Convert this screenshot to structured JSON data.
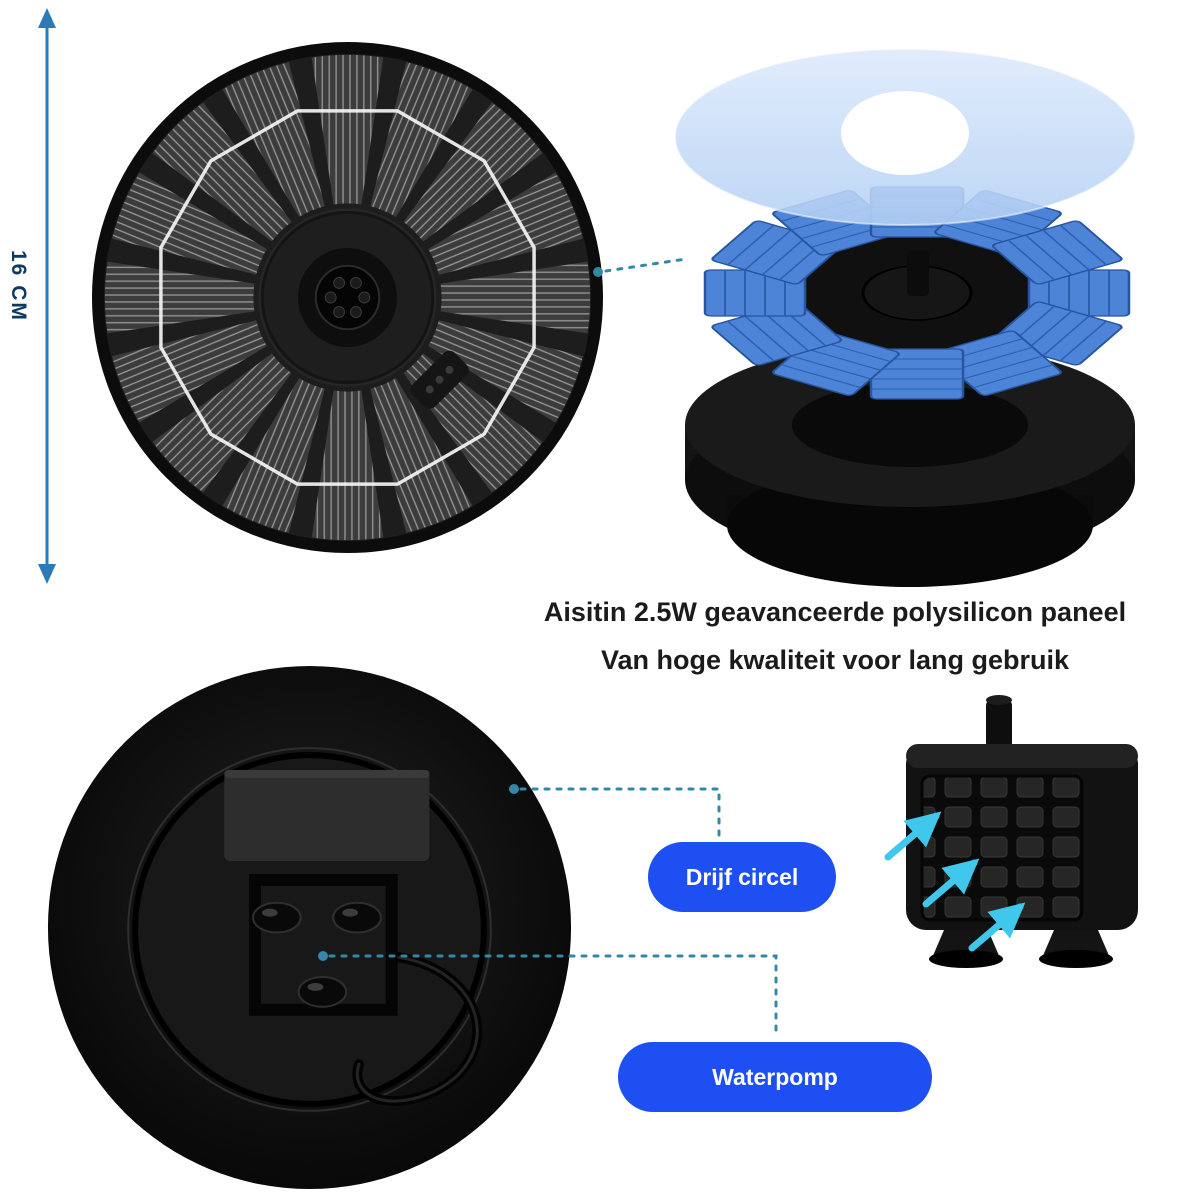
{
  "dimension": {
    "label": "16 CM"
  },
  "headline": {
    "line1": "Aisitin 2.5W geavanceerde polysilicon paneel",
    "line2": "Van hoge kwaliteit voor lang gebruik"
  },
  "callouts": {
    "drijf_circel": "Drijf circel",
    "waterpomp": "Waterpomp"
  },
  "colors": {
    "pill": "#1d4ff2",
    "pill_text": "#ffffff",
    "connector": "#3487a6",
    "dimension_arrow": "#2d7ab8",
    "dimension_text": "#0f3a5f",
    "solar_cell_blue": "#4d84d8",
    "top_disc_blue": "#c9dcf6",
    "pump_arrow_cyan": "#3fc8ec",
    "product_black": "#141414"
  }
}
